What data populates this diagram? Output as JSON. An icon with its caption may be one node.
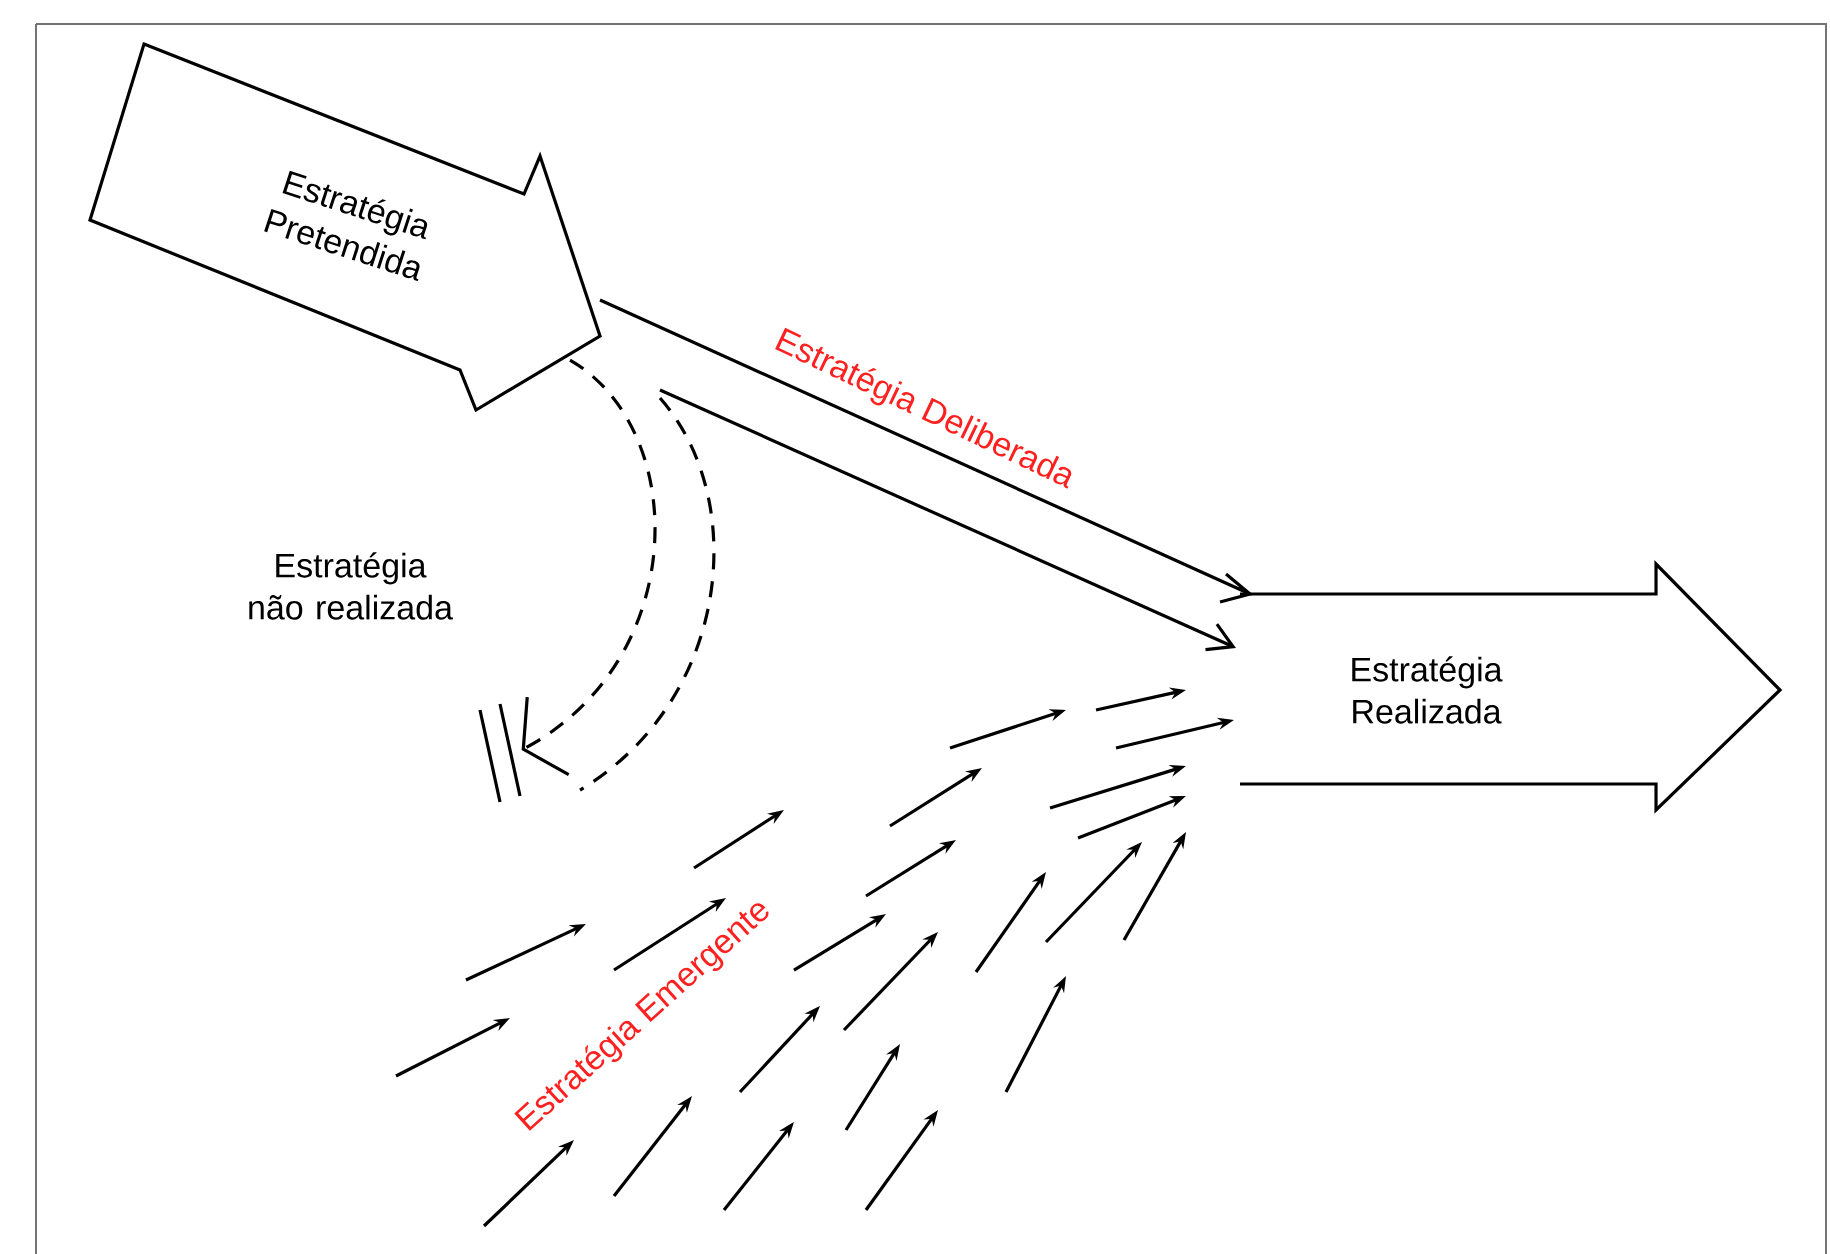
{
  "diagram": {
    "nodes": [
      {
        "text": [
          "Estratégia Pretendida"
        ]
      },
      {
        "text": [
          "Estratégia Realizada"
        ]
      },
      {
        "text": [],
        "shape": "bar"
      }
    ],
    "edges": [
      {
        "from": 0,
        "to": 1,
        "arrow": "to",
        "label": "Estratégia Deliberada"
      },
      {
        "from": 0,
        "to": 2,
        "arrow": "to",
        "style": "dashed",
        "label": "Estratégia não realizada"
      }
    ],
    "labels": [
      "Estratégia Emergente"
    ]
  }
}
